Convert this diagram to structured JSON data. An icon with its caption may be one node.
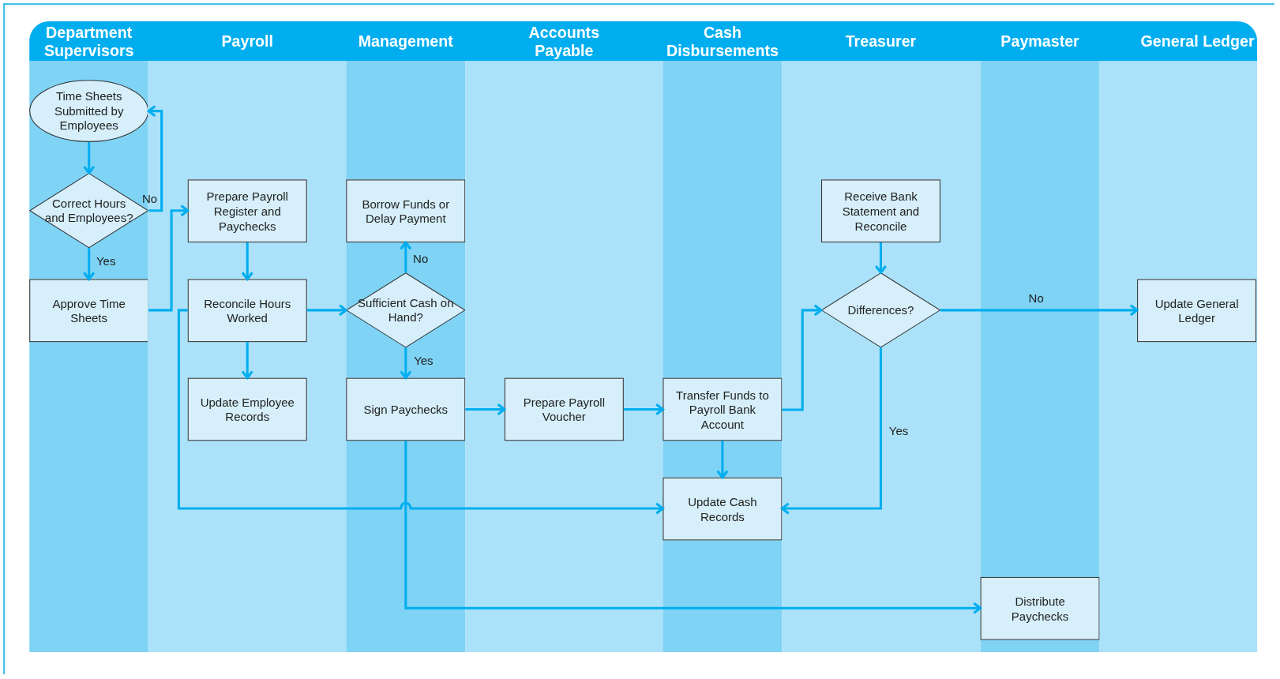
{
  "diagram": {
    "nodes": [
      {
        "text": [
          "Department Supervisors"
        ]
      },
      {
        "text": [
          "Payroll"
        ]
      },
      {
        "text": [
          "Management"
        ]
      },
      {
        "text": [
          "Accounts Payable"
        ]
      },
      {
        "text": [
          "Cash Disbursements"
        ]
      },
      {
        "text": [
          "Treasurer"
        ]
      },
      {
        "text": [
          "Paymaster"
        ]
      },
      {
        "text": [
          "General Ledger"
        ]
      },
      {
        "text": [
          "Time Sheets Submitted by Employees"
        ],
        "in": 0
      },
      {
        "text": [
          "Correct Hours and Employees?"
        ],
        "in": 0
      },
      {
        "text": [
          "Approve Time Sheets"
        ],
        "in": 0
      },
      {
        "text": [
          "Prepare Payroll Register and Paychecks"
        ],
        "in": 1
      },
      {
        "text": [
          "Reconcile Hours Worked"
        ],
        "in": 1
      },
      {
        "text": [
          "Update Employee Records"
        ],
        "in": 1
      },
      {
        "text": [
          "Borrow Funds or Delay Payment"
        ],
        "in": 2
      },
      {
        "text": [
          "Sufficient Cash on Hand?"
        ],
        "in": 2
      },
      {
        "text": [
          "Sign Paychecks"
        ],
        "in": 2
      },
      {
        "text": [
          "Prepare Payroll Voucher"
        ],
        "in": 3
      },
      {
        "text": [
          "Transfer Funds to Payroll Bank Account"
        ],
        "in": 4
      },
      {
        "text": [
          "Update Cash Records"
        ],
        "in": 4
      },
      {
        "text": [
          "Receive Bank Statement and Reconcile"
        ],
        "in": 5
      },
      {
        "text": [
          "Differences?"
        ],
        "in": 5
      },
      {
        "text": [
          "Distribute Paychecks"
        ],
        "in": 6
      },
      {
        "text": [
          "Update General Ledger"
        ],
        "in": 7
      }
    ],
    "edges": [
      {
        "from": 8,
        "to": 9,
        "arrow": "to"
      },
      {
        "from": 9,
        "to": 8,
        "arrow": "to",
        "label": "No"
      },
      {
        "from": 9,
        "to": 10,
        "arrow": "to",
        "label": "Yes"
      },
      {
        "from": 10,
        "to": 11,
        "arrow": "to"
      },
      {
        "from": 11,
        "to": 12,
        "arrow": "to"
      },
      {
        "from": 12,
        "to": 13,
        "arrow": "to"
      },
      {
        "from": 12,
        "to": 15,
        "arrow": "to"
      },
      {
        "from": 12,
        "to": 19,
        "arrow": "to"
      },
      {
        "from": 15,
        "to": 14,
        "arrow": "to",
        "label": "No"
      },
      {
        "from": 15,
        "to": 16,
        "arrow": "to",
        "label": "Yes"
      },
      {
        "from": 16,
        "to": 17,
        "arrow": "to"
      },
      {
        "from": 17,
        "to": 18,
        "arrow": "to"
      },
      {
        "from": 16,
        "to": 22,
        "arrow": "to"
      },
      {
        "from": 18,
        "to": 19,
        "arrow": "to"
      },
      {
        "from": 18,
        "to": 21,
        "arrow": "to"
      },
      {
        "from": 20,
        "to": 21,
        "arrow": "to"
      },
      {
        "from": 21,
        "to": 23,
        "arrow": "to",
        "label": "No"
      },
      {
        "from": 21,
        "to": 19,
        "arrow": "to",
        "label": "Yes"
      }
    ]
  }
}
